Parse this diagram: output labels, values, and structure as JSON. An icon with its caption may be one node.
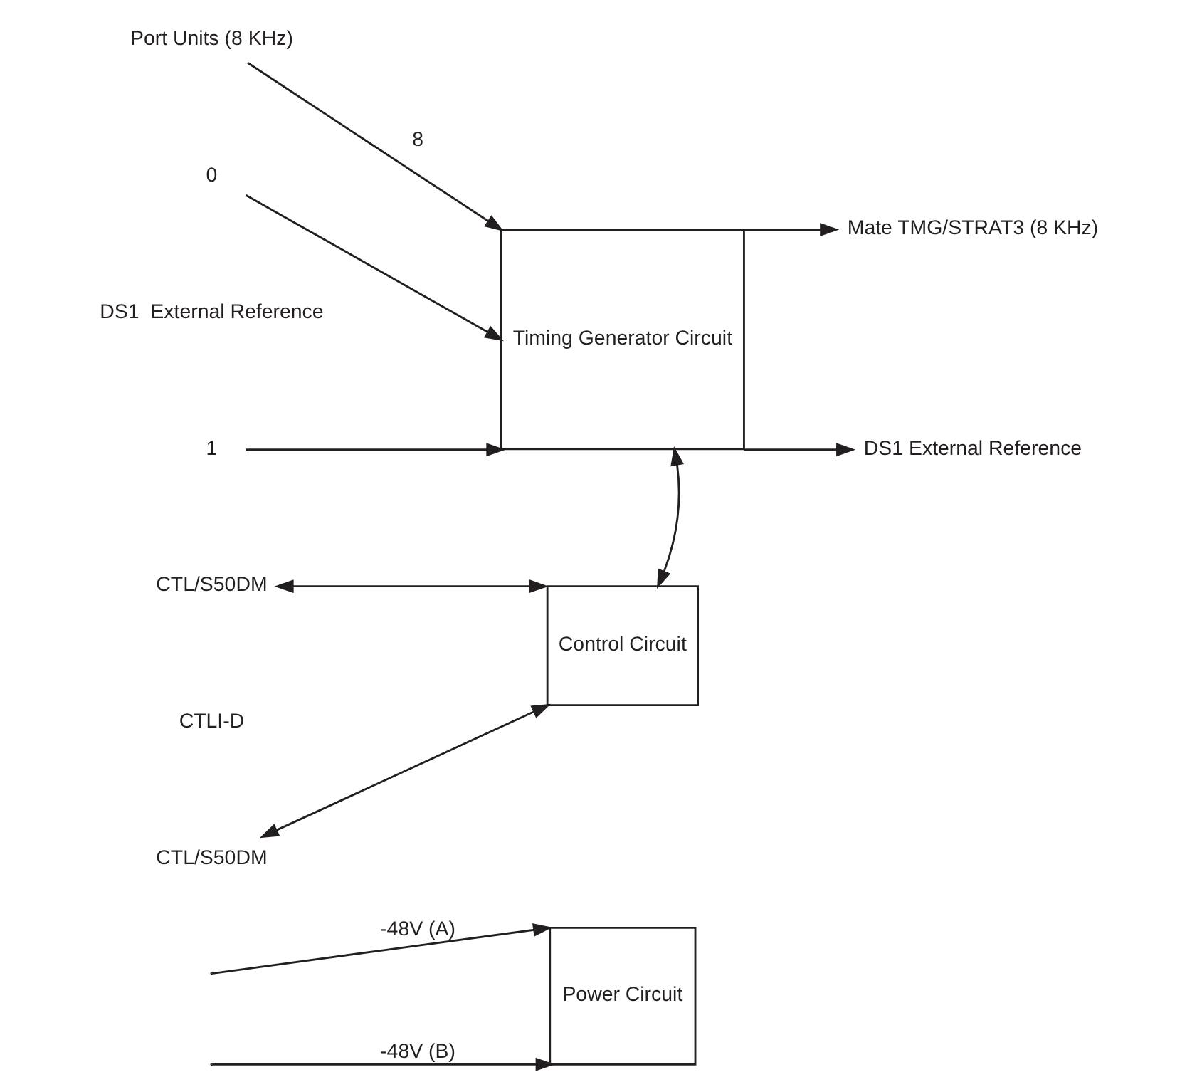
{
  "diagram": {
    "nodes": [
      {
        "text": [
          "Timing Generator Circuit"
        ]
      },
      {
        "text": [
          "Port Units (8 KHz)"
        ]
      },
      {
        "text": [
          "Mate TMG/STRAT3 (8 KHz)"
        ]
      },
      {
        "text": [
          "DS1 External Reference"
        ]
      },
      {
        "text": [
          "0"
        ]
      },
      {
        "text": [
          "1"
        ]
      },
      {
        "text": [
          "Control Circuit"
        ]
      },
      {
        "text": [
          "CTL/S50DM"
        ]
      },
      {
        "text": [
          "CTL/S50DM"
        ]
      },
      {
        "text": [
          "Power Circuit"
        ]
      }
    ],
    "edges": [
      {
        "from": 1,
        "to": 0,
        "arrow": "to",
        "label": "8"
      },
      {
        "from": 0,
        "to": 2,
        "arrow": "to"
      },
      {
        "from": 0,
        "to": 3,
        "arrow": "to"
      },
      {
        "from": 4,
        "to": 0,
        "arrow": "to"
      },
      {
        "from": 5,
        "to": 0,
        "arrow": "to"
      },
      {
        "from": 0,
        "to": 6,
        "arrow": "both"
      },
      {
        "from": 7,
        "to": 6,
        "arrow": "both"
      },
      {
        "from": 8,
        "to": 6,
        "arrow": "both"
      },
      {
        "from": null,
        "to": 9,
        "arrow": "to",
        "label": "-48V (A)"
      },
      {
        "from": null,
        "to": 9,
        "arrow": "to",
        "label": "-48V (B)"
      }
    ],
    "labels": [
      "DS1  External Reference",
      "CTLI-D"
    ]
  }
}
